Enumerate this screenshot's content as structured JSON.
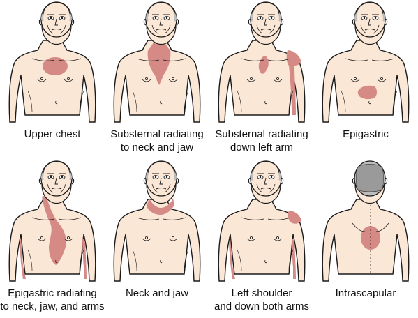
{
  "colors": {
    "skin": "#fbe7d6",
    "outline": "#1a1a1a",
    "pain": "#d68a86",
    "hair": "#bdbdbd"
  },
  "panels": [
    {
      "id": "upper-chest",
      "view": "front",
      "regions": [
        "upper-chest"
      ],
      "caption": [
        "Upper chest"
      ]
    },
    {
      "id": "substernal-neck-jaw",
      "view": "front",
      "regions": [
        "substernal-neck-jaw"
      ],
      "caption": [
        "Substernal radiating",
        "to neck and jaw"
      ]
    },
    {
      "id": "substernal-left-arm",
      "view": "front",
      "regions": [
        "substernal-small",
        "left-shoulder-arm"
      ],
      "caption": [
        "Substernal radiating",
        "down left arm"
      ]
    },
    {
      "id": "epigastric",
      "view": "front",
      "regions": [
        "epigastric"
      ],
      "caption": [
        "Epigastric"
      ]
    },
    {
      "id": "epigastric-radiating",
      "view": "front",
      "regions": [
        "epigastric-neck-jaw",
        "right-arm-strip",
        "left-arm-strip"
      ],
      "caption": [
        "Epigastric radiating",
        "to neck, jaw, and arms"
      ]
    },
    {
      "id": "neck-jaw",
      "view": "front",
      "regions": [
        "neck-jaw"
      ],
      "caption": [
        "Neck and jaw"
      ]
    },
    {
      "id": "left-shoulder-both-arms",
      "view": "front",
      "regions": [
        "left-shoulder-cap",
        "right-arm-strip",
        "left-arm-strip"
      ],
      "caption": [
        "Left shoulder",
        "and down both arms"
      ]
    },
    {
      "id": "intrascapular",
      "view": "back",
      "regions": [
        "intrascapular"
      ],
      "caption": [
        "Intrascapular"
      ]
    }
  ]
}
